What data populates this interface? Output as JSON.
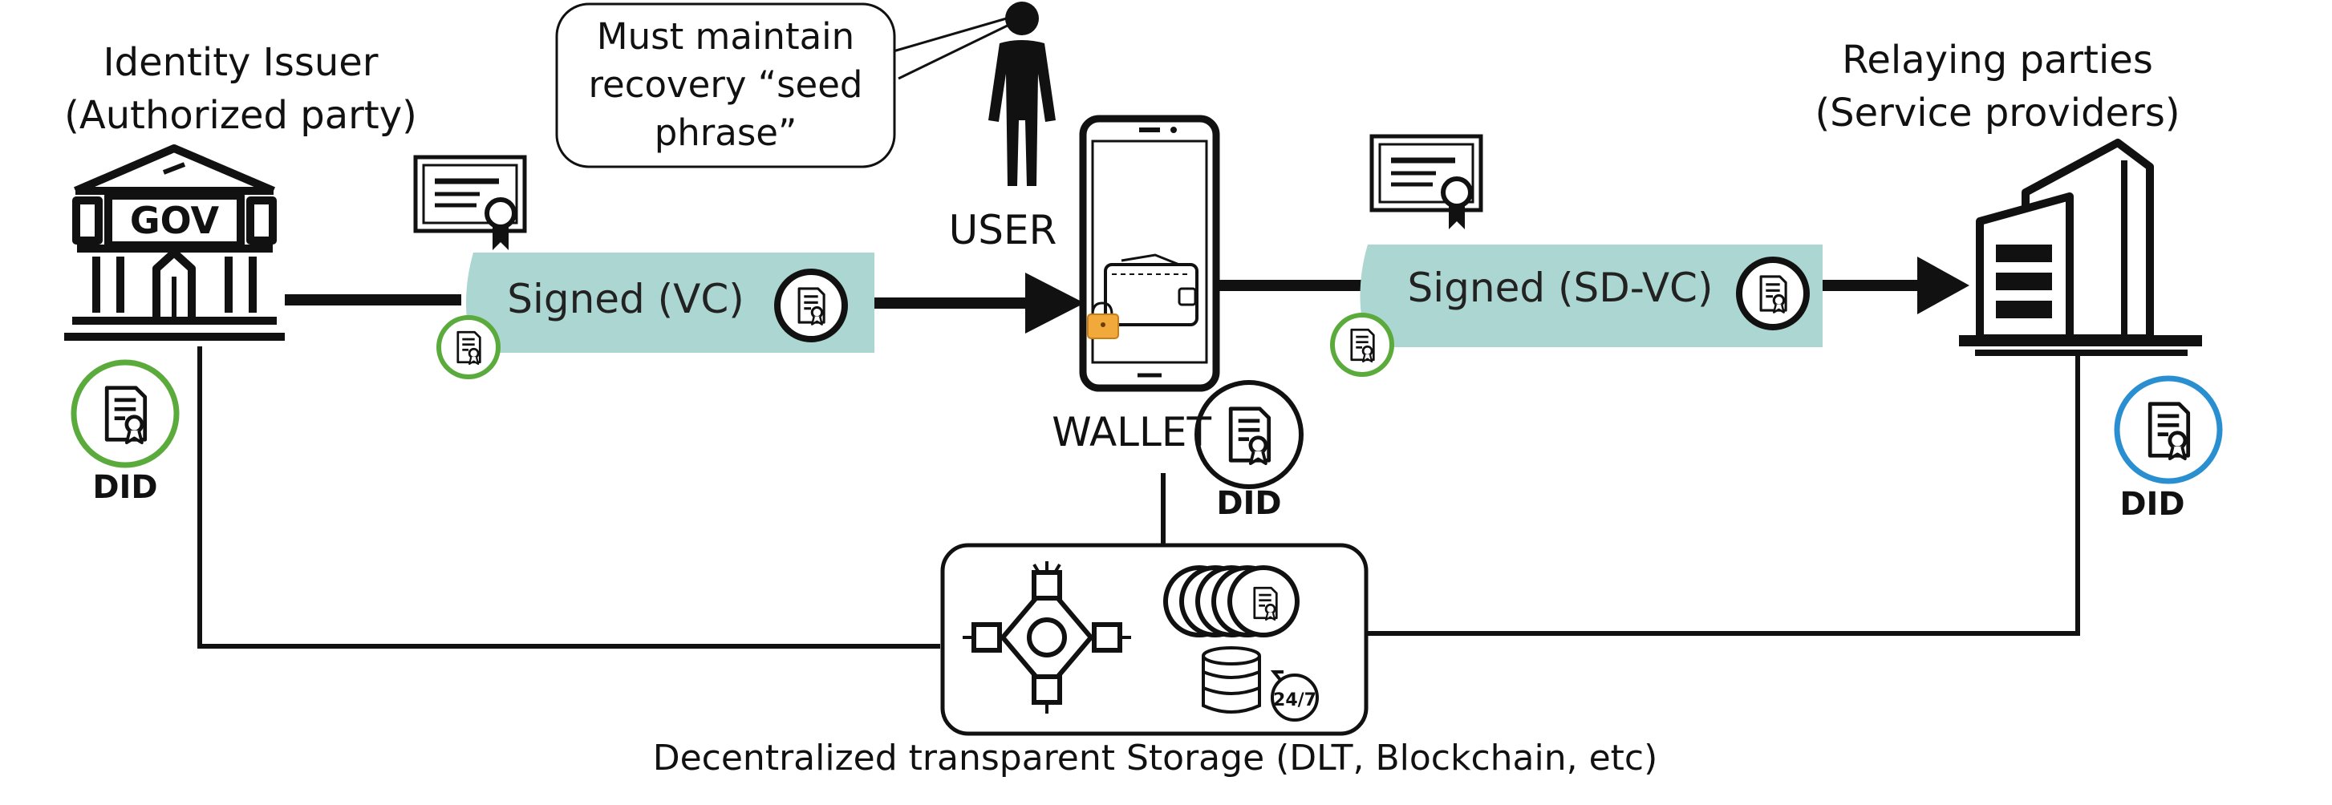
{
  "issuer": {
    "title_line1": "Identity Issuer",
    "title_line2": "(Authorized party)",
    "building_text": "GOV",
    "did_label": "DID",
    "did_ring_color": "#5aaa3c",
    "icon": "government-building-icon"
  },
  "user": {
    "label": "USER",
    "speech_line1": "Must maintain",
    "speech_line2": "recovery “seed",
    "speech_line3": "phrase”",
    "icon": "person-icon"
  },
  "wallet": {
    "label": "WALLET",
    "did_label": "DID",
    "did_ring_color": "#111111",
    "icon": "smartphone-wallet-icon",
    "lock_color": "#f2a93b"
  },
  "relying": {
    "title_line1": "Relaying parties",
    "title_line2": "(Service providers)",
    "did_label": "DID",
    "did_ring_color": "#2a8fd0",
    "icon": "office-building-icon"
  },
  "flows": {
    "issue_label": "Signed (VC)",
    "present_label": "Signed (SD-VC)",
    "pill_color": "#acd6d1",
    "signature_ring_color": "#5aaa3c"
  },
  "storage": {
    "caption": "Decentralized transparent Storage (DLT, Blockchain, etc)",
    "icons": [
      "blockchain-network-icon",
      "stacked-credentials-icon",
      "database-24-7-icon"
    ],
    "badge_text": "24/7"
  }
}
